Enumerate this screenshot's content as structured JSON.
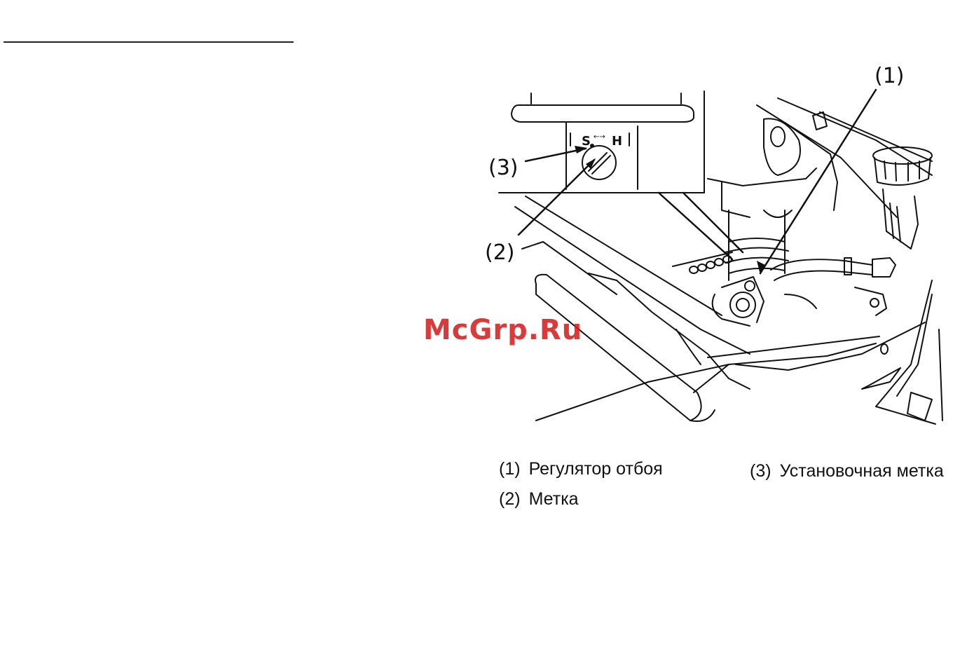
{
  "callouts": {
    "c1": "(1)",
    "c2": "(2)",
    "c3": "(3)"
  },
  "dial": {
    "soft": "S",
    "hard": "H",
    "arrows": "←→"
  },
  "watermark": "McGrp.Ru",
  "legend": [
    {
      "num": "(1)",
      "text": "Регулятор отбоя"
    },
    {
      "num": "(2)",
      "text": "Метка"
    },
    {
      "num": "(3)",
      "text": "Установочная метка"
    }
  ],
  "colors": {
    "ink": "#111111",
    "watermark": "#d42020"
  }
}
